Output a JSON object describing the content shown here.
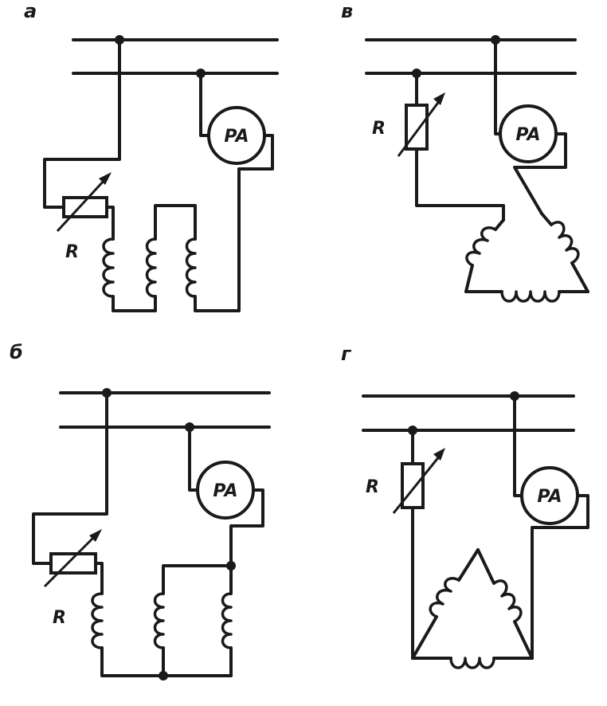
{
  "panels": [
    {
      "label": "а",
      "resistor": "R",
      "meter": "PA"
    },
    {
      "label": "б",
      "resistor": "R",
      "meter": "PA"
    },
    {
      "label": "в",
      "resistor": "R",
      "meter": "PA"
    },
    {
      "label": "г",
      "resistor": "R",
      "meter": "PA"
    }
  ]
}
